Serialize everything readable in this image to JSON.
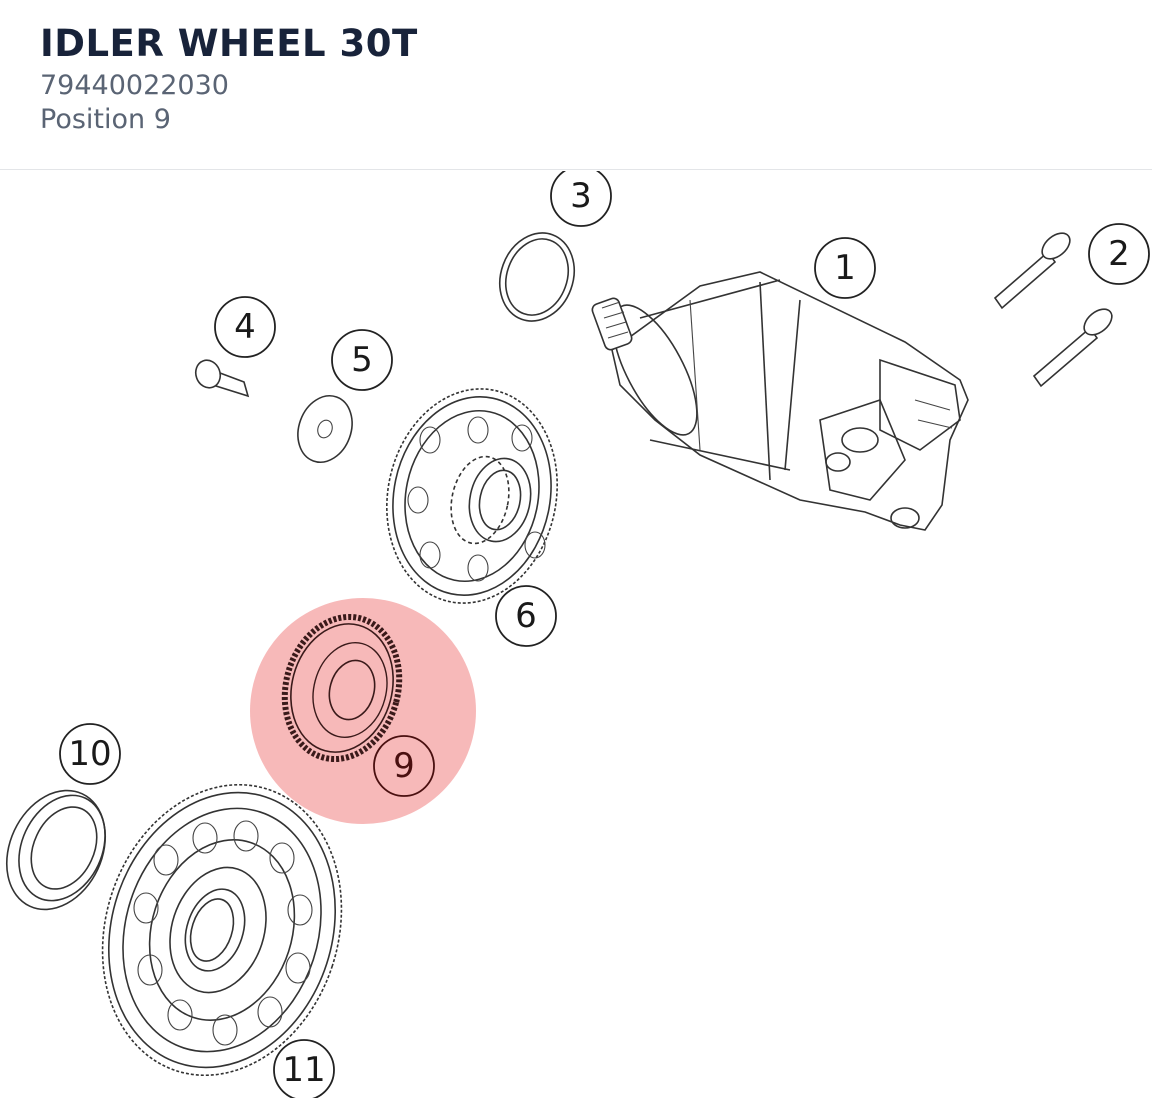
{
  "part": {
    "title": "IDLER WHEEL 30T",
    "number": "79440022030",
    "position": "Position 9"
  },
  "diagram": {
    "highlight_color": "#f08080",
    "callouts": [
      "1",
      "2",
      "3",
      "4",
      "5",
      "6",
      "9",
      "10",
      "11"
    ],
    "selected_callout": "9"
  }
}
